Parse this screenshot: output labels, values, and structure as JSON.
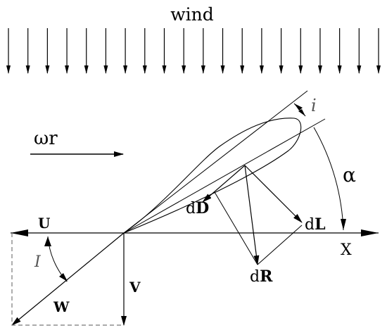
{
  "labels": {
    "wind": "wind",
    "omega_r": "ωr",
    "incidence": "i",
    "alpha": "α",
    "U": "U",
    "I": "I",
    "W": "W",
    "V": "V",
    "X": "X",
    "dD_prefix": "d",
    "dD_main": "D",
    "dL_prefix": "d",
    "dL_main": "L",
    "dR_prefix": "d",
    "dR_main": "R"
  },
  "colors": {
    "ink": "#000000",
    "grey": "#555555",
    "dashed": "#777777"
  },
  "wind_arrow_count": 20
}
